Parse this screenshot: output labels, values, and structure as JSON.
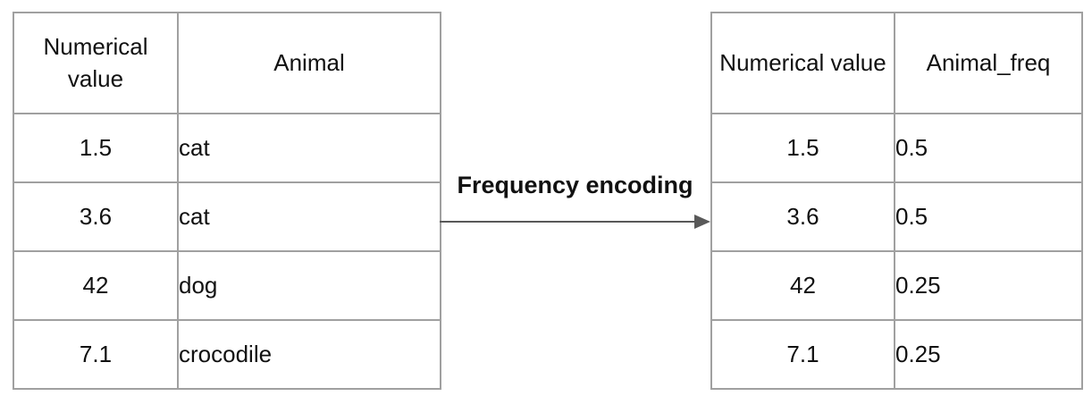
{
  "diagram": {
    "arrow_label": "Frequency encoding"
  },
  "left_table": {
    "headers": [
      "Numerical value",
      "Animal"
    ],
    "rows": [
      [
        "1.5",
        "cat"
      ],
      [
        "3.6",
        "cat"
      ],
      [
        "42",
        "dog"
      ],
      [
        "7.1",
        "crocodile"
      ]
    ]
  },
  "right_table": {
    "headers": [
      "Numerical value",
      "Animal_freq"
    ],
    "rows": [
      [
        "1.5",
        "0.5"
      ],
      [
        "3.6",
        "0.5"
      ],
      [
        "42",
        "0.25"
      ],
      [
        "7.1",
        "0.25"
      ]
    ]
  },
  "colors": {
    "table_border": "#a0a0a0",
    "arrow": "#595959",
    "text": "#111111"
  }
}
